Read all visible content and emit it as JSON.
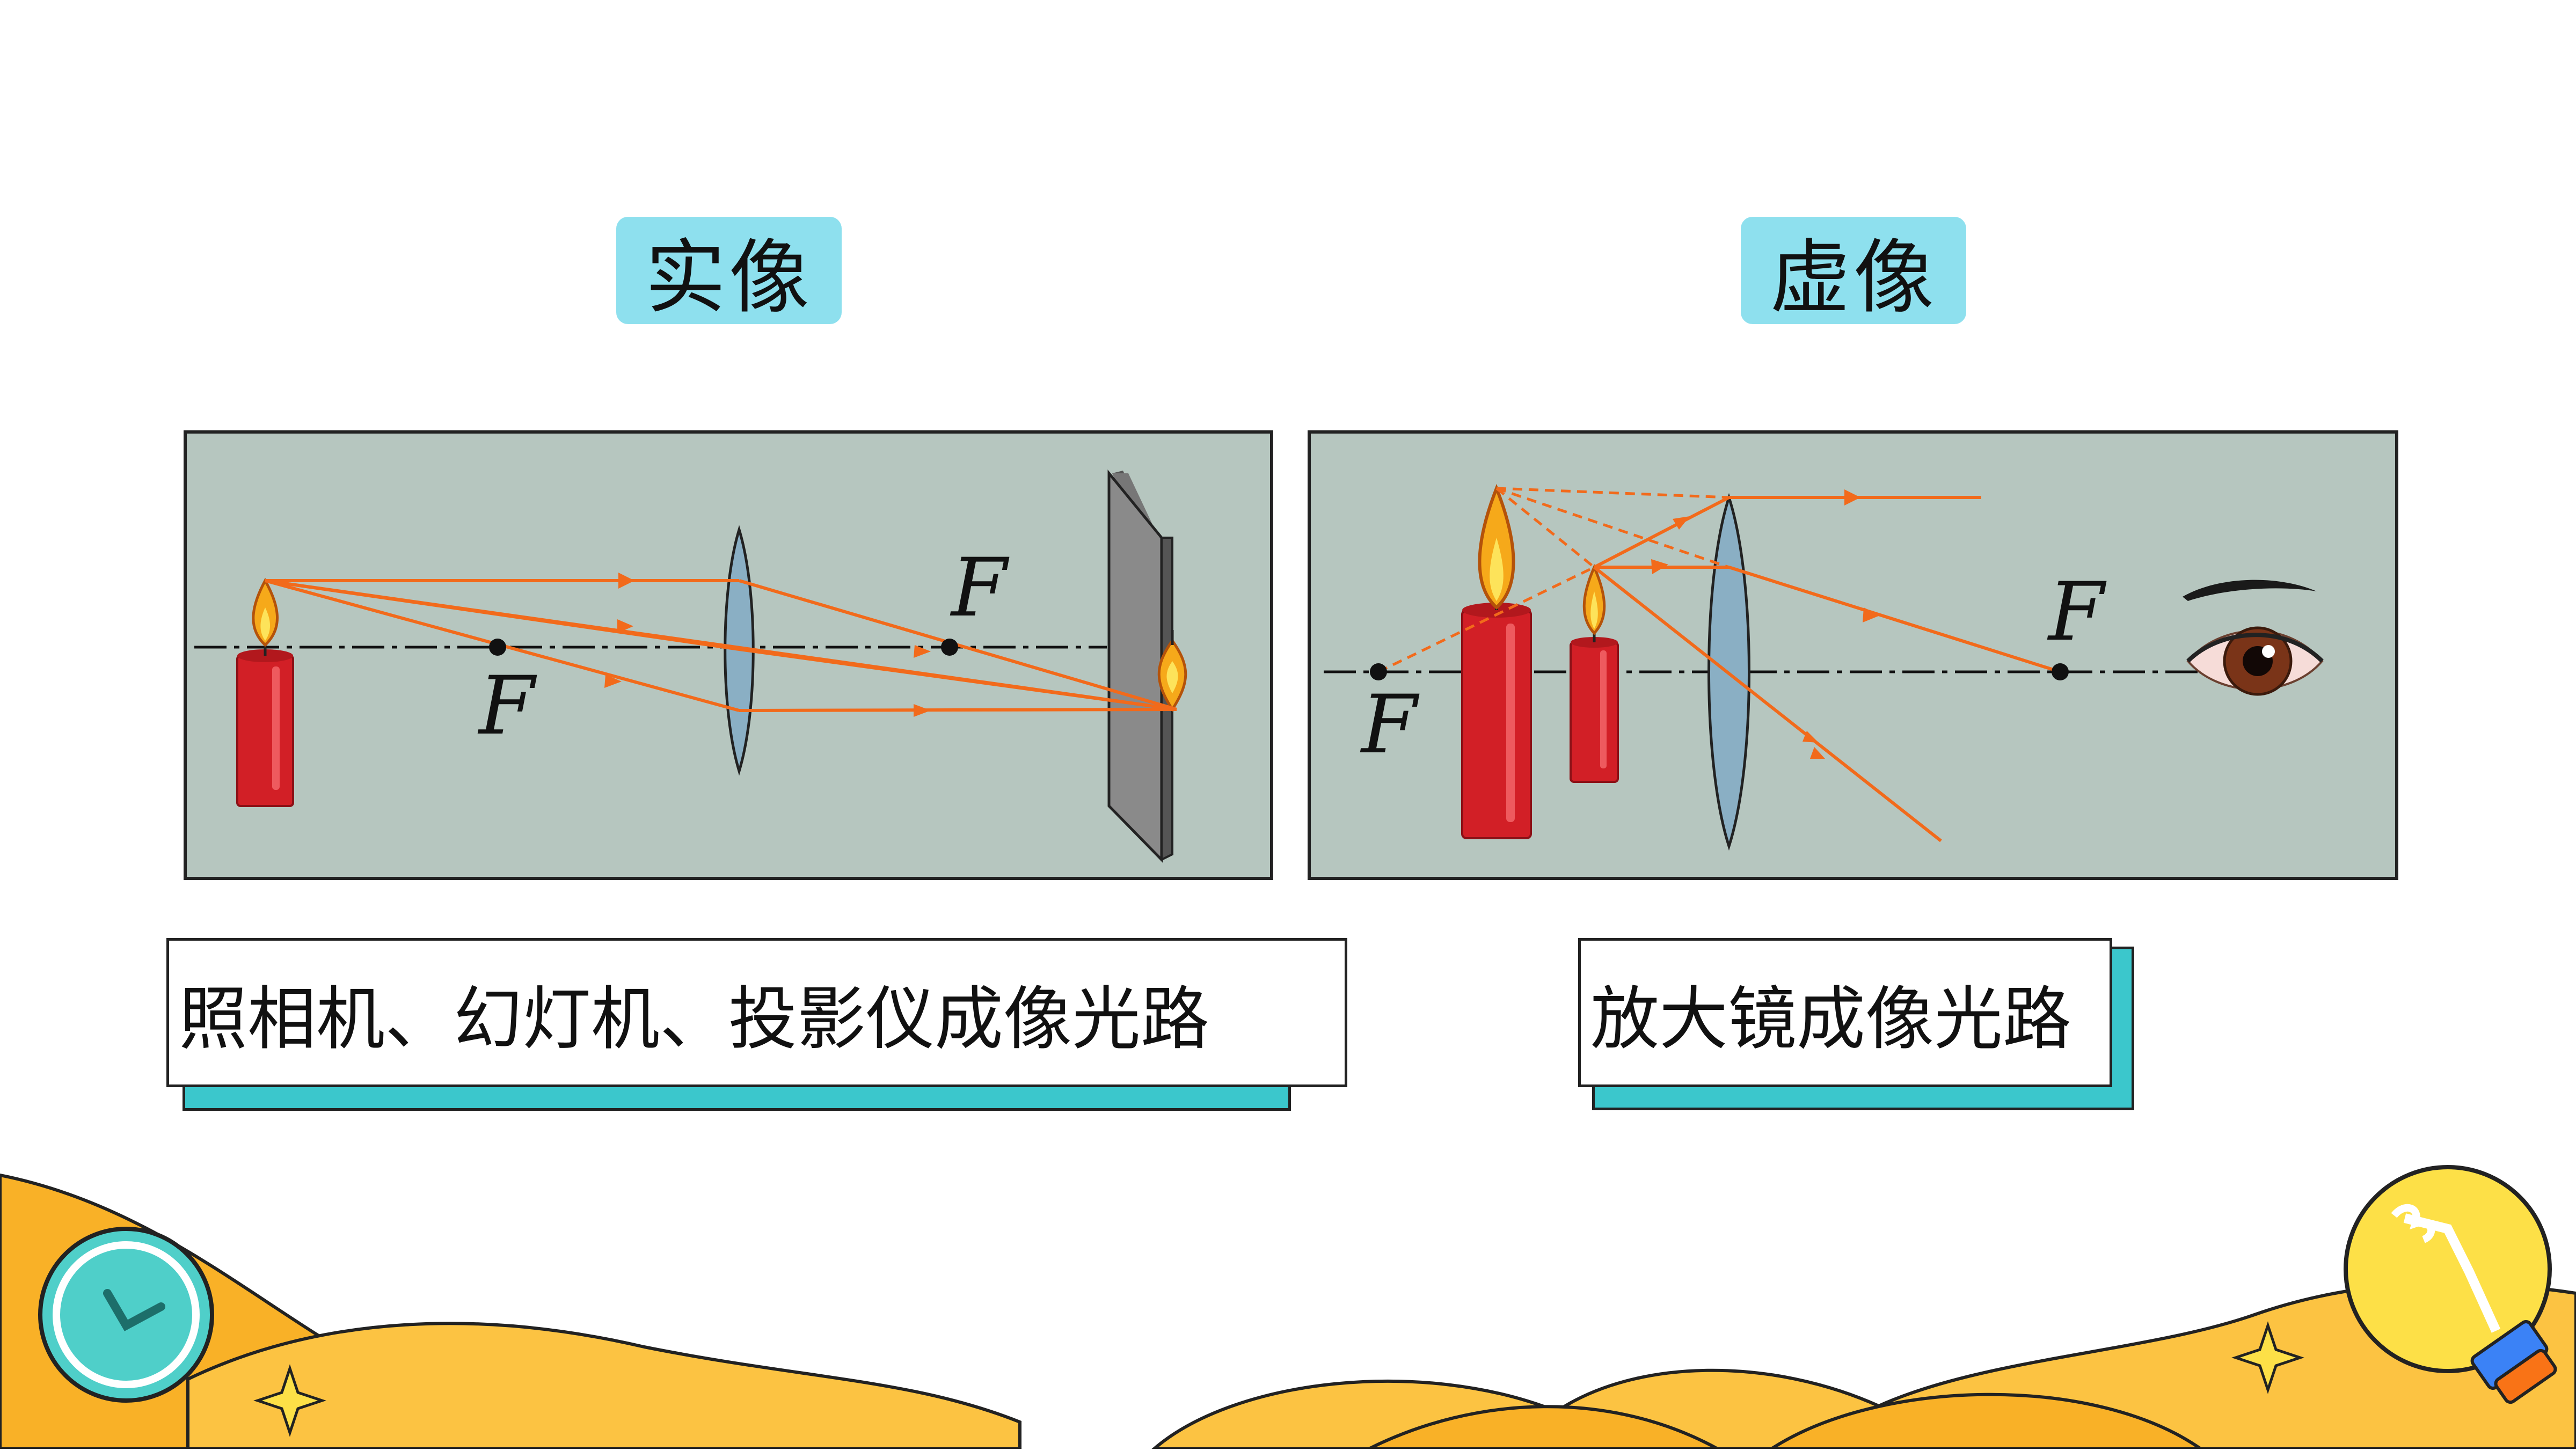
{
  "titles": {
    "real_image": "实像",
    "virtual_image": "虚像"
  },
  "panels": {
    "real": {
      "focus_labels": [
        "F",
        "F"
      ]
    },
    "virtual": {
      "focus_labels": [
        "F",
        "F"
      ]
    }
  },
  "captions": {
    "real": "照相机、幻灯机、投影仪成像光路",
    "virtual": "放大镜成像光路"
  },
  "colors": {
    "panel_bg": "#b6c6bf",
    "ray": "#f26a1b",
    "candle": "#d21f26",
    "lens": "#8aafc4",
    "title_bg": "#8ee0ee",
    "caption_shadow": "#3bc7cc",
    "wave_orange": "#f9b127",
    "clock": "#4fcfc9",
    "bulb": "#fde047"
  },
  "icons": {
    "clock": "clock-icon",
    "bulb": "lightbulb-icon",
    "sparkle": "sparkle-icon"
  }
}
